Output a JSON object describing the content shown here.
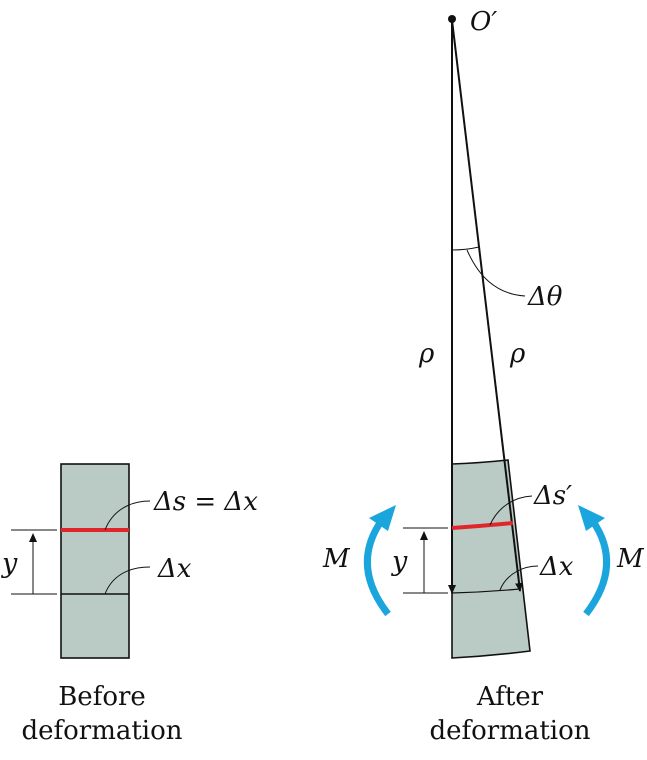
{
  "before": {
    "label_ds_eq_dx": "Δs = Δx",
    "label_dx": "Δx",
    "label_y": "y",
    "caption_line1": "Before",
    "caption_line2": "deformation"
  },
  "after": {
    "label_O": "O′",
    "label_dtheta": "Δθ",
    "label_rho_left": "ρ",
    "label_rho_right": "ρ",
    "label_ds_prime": "Δs′",
    "label_dx": "Δx",
    "label_y": "y",
    "label_M_left": "M",
    "label_M_right": "M",
    "caption_line1": "After",
    "caption_line2": "deformation"
  },
  "colors": {
    "block_fill": "#b9cbc4",
    "fiber": "#e0262b",
    "moment_arrow": "#1aa5dd",
    "line": "#111111"
  }
}
